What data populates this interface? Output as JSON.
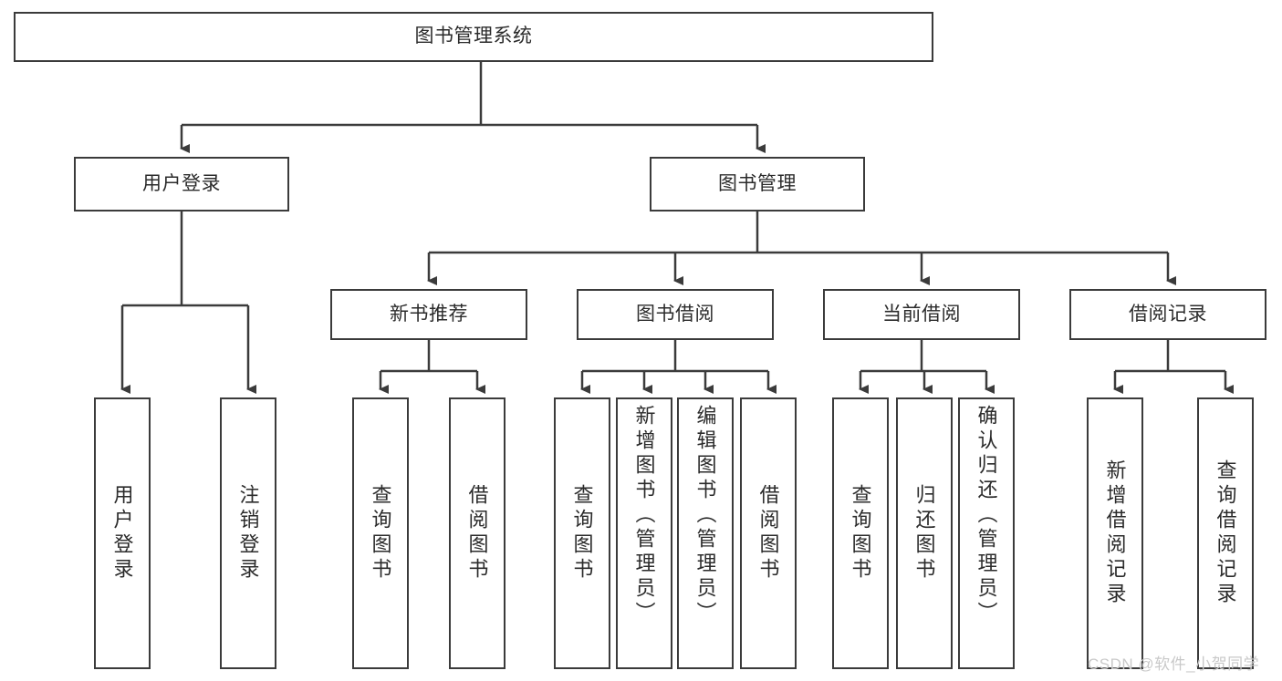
{
  "diagram": {
    "title_node": {
      "label": "图书管理系统"
    },
    "level1": [
      {
        "label": "用户登录"
      },
      {
        "label": "图书管理"
      }
    ],
    "level2": [
      {
        "label": "新书推荐"
      },
      {
        "label": "图书借阅"
      },
      {
        "label": "当前借阅"
      },
      {
        "label": "借阅记录"
      }
    ],
    "leaves": {
      "user_login": [
        {
          "label": "用户登录"
        },
        {
          "label": "注销登录"
        }
      ],
      "new_book_recommend": [
        {
          "label": "查询图书"
        },
        {
          "label": "借阅图书"
        }
      ],
      "book_borrow": [
        {
          "label": "查询图书"
        },
        {
          "label": "新增图书（管理员）"
        },
        {
          "label": "编辑图书（管理员）"
        },
        {
          "label": "借阅图书"
        }
      ],
      "current_borrow": [
        {
          "label": "查询图书"
        },
        {
          "label": "归还图书"
        },
        {
          "label": "确认归还（管理员）"
        }
      ],
      "borrow_records": [
        {
          "label": "新增借阅记录"
        },
        {
          "label": "查询借阅记录"
        }
      ]
    }
  },
  "watermark": {
    "text": "CSDN @软件_小贺同学"
  },
  "colors": {
    "stroke": "#3b3b3b",
    "text": "#2b2b2b",
    "background": "#ffffff",
    "watermark": "#c9c9c9"
  }
}
